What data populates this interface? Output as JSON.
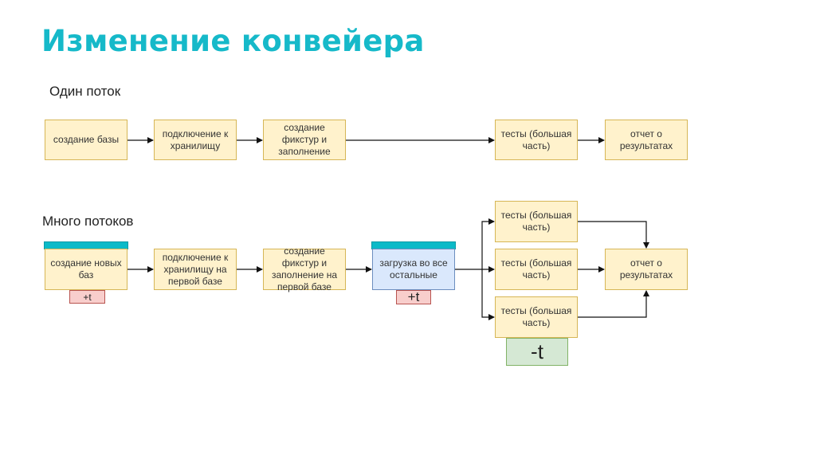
{
  "title": "Изменение конвейера",
  "single_thread": {
    "label": "Один поток",
    "steps": [
      "создание базы",
      "подключение к хранилищу",
      "создание фикстур и заполнение",
      "тесты (большая часть)",
      "отчет о результатах"
    ]
  },
  "multi_thread": {
    "label": "Много потоков",
    "steps": [
      "создание новых баз",
      "подключение к хранилищу на первой базе",
      "создание фикстур и заполнение на первой базе",
      "загрузка во все остальные"
    ],
    "parallel_tests": [
      "тесты (большая часть)",
      "тесты (большая часть)",
      "тесты (большая часть)"
    ],
    "report": "отчет о результатах",
    "time_tags": {
      "create_db": "+t",
      "load_all": "+t",
      "tests": "-t"
    }
  },
  "colors": {
    "title": "#16b9c9",
    "box_fill": "#fff2cc",
    "box_border": "#d6b656",
    "highlight_box_fill": "#dae8fc",
    "bar": "#0bbac8",
    "plus_tag": "#f8cecc",
    "minus_tag": "#d5e8d4"
  }
}
